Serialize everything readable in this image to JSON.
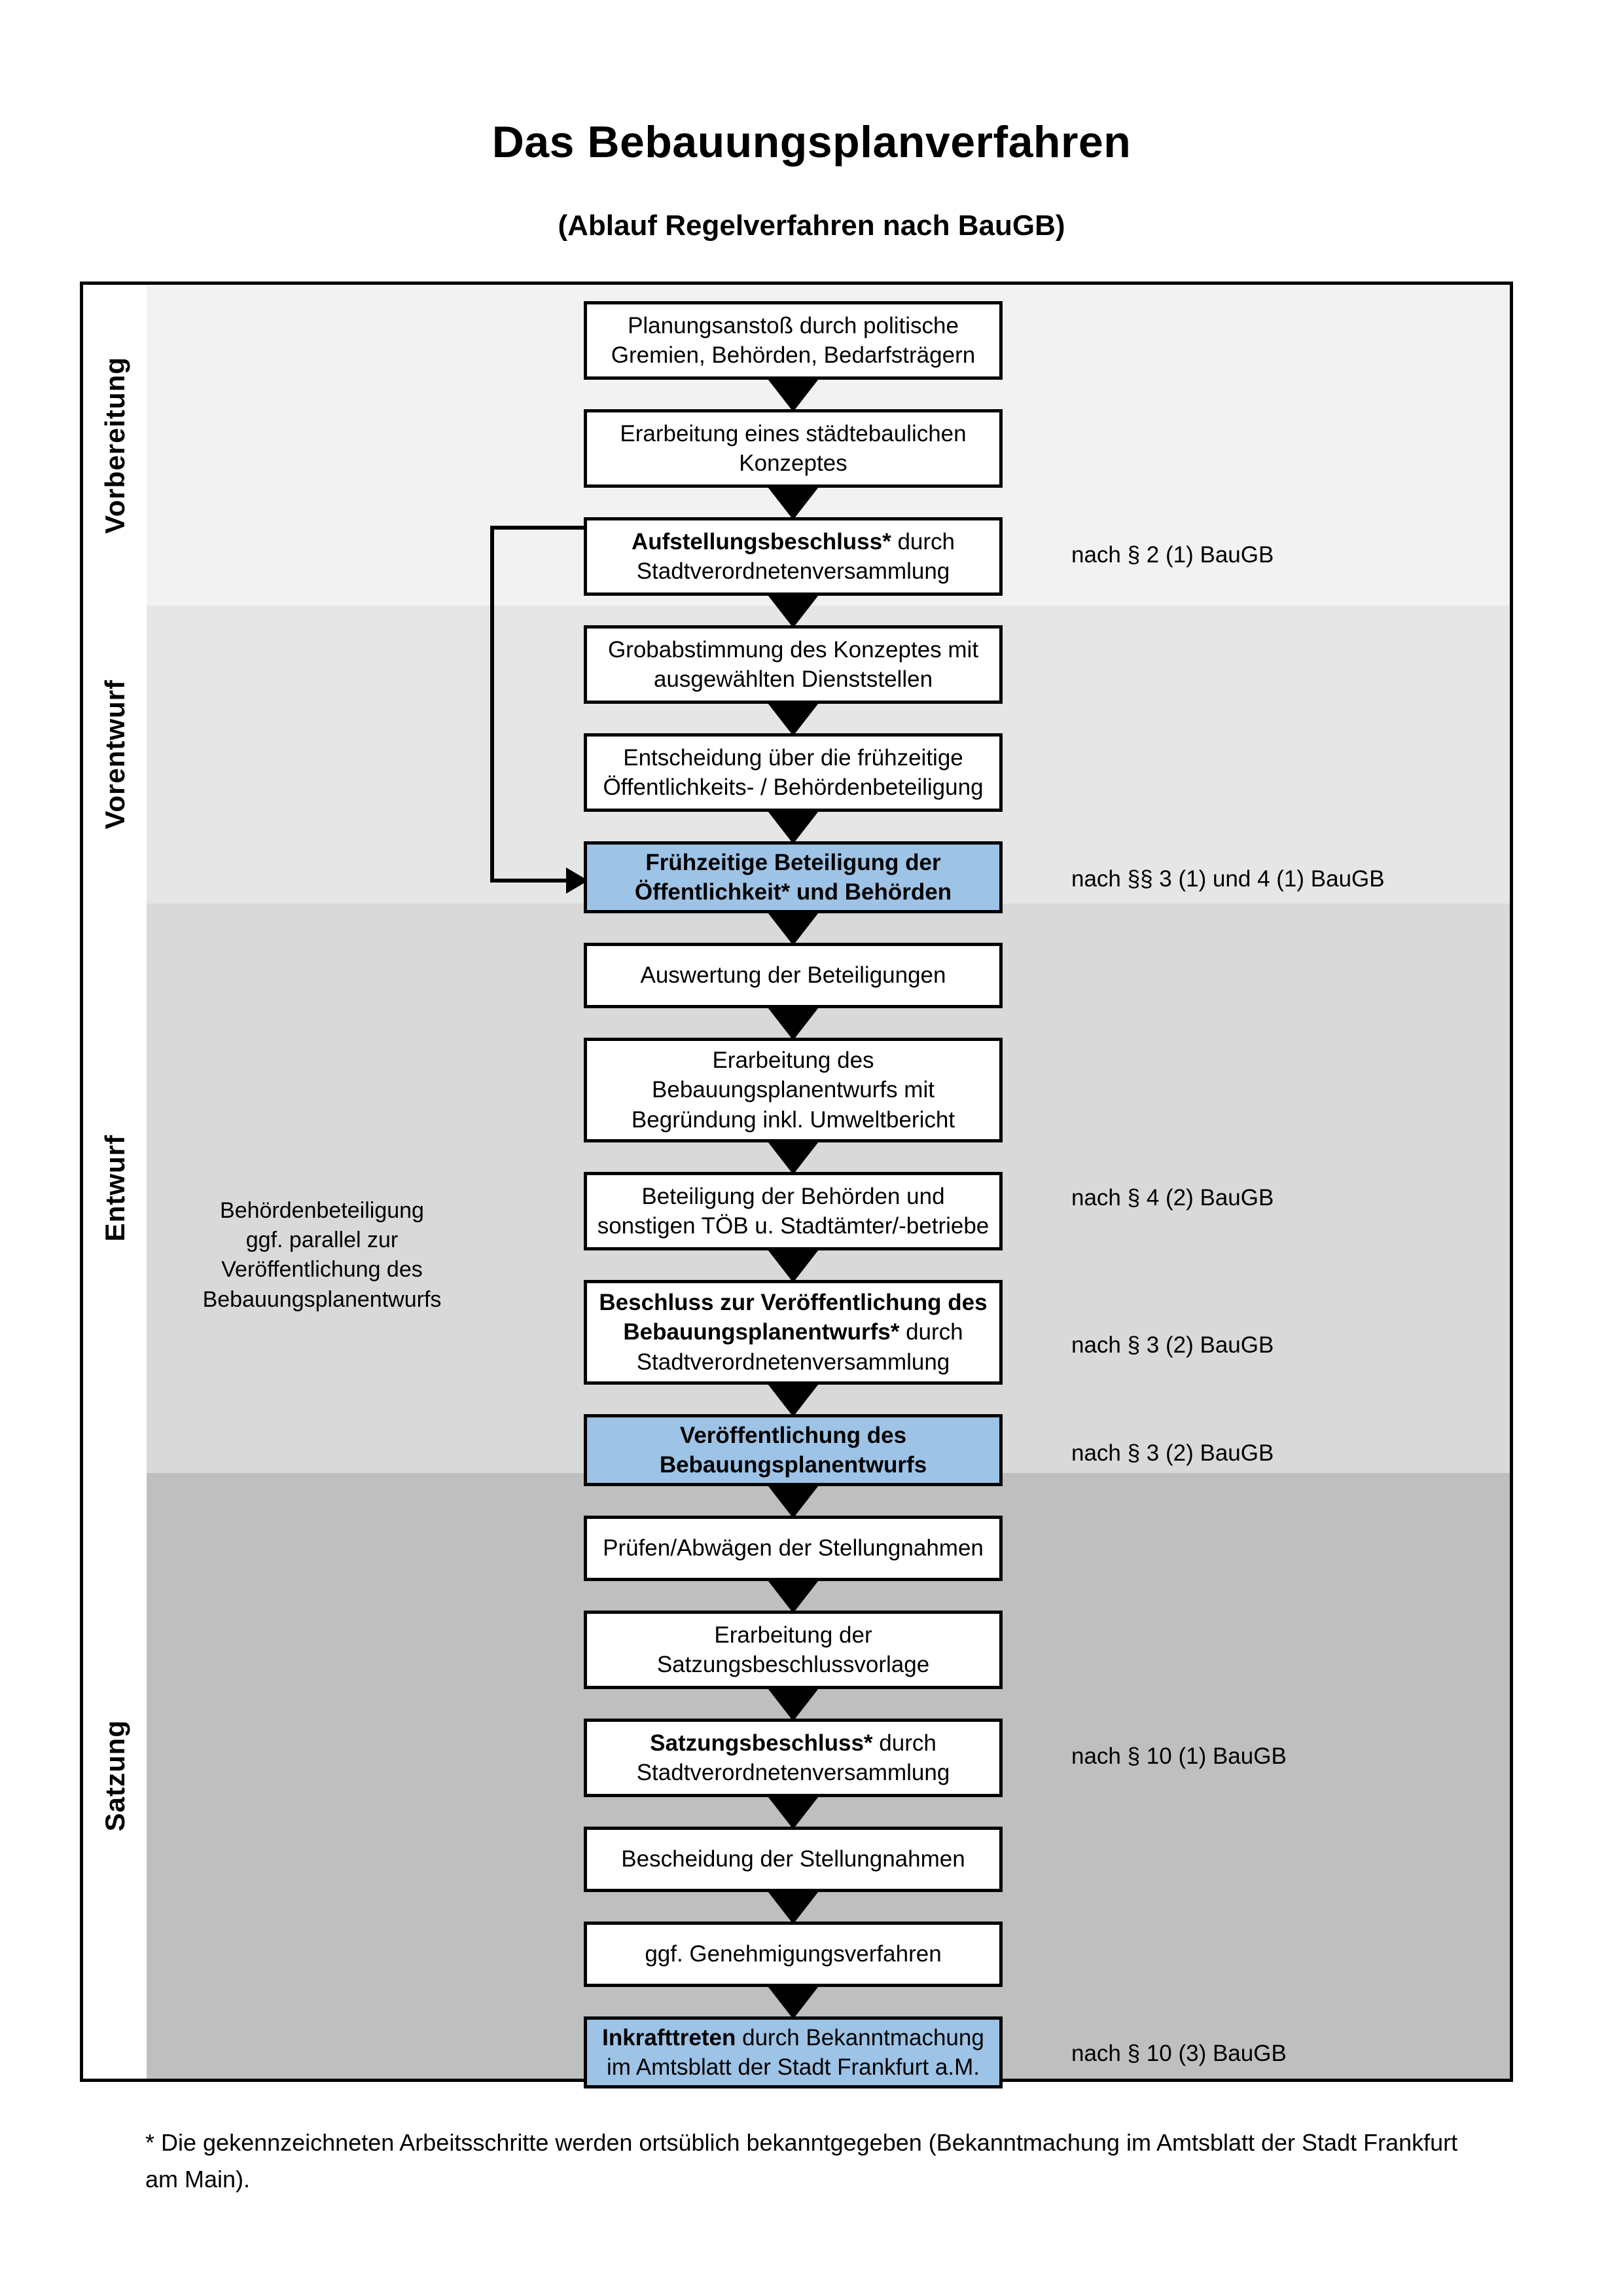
{
  "header": {
    "title": "Das Bebauungsplanverfahren",
    "subtitle": "(Ablauf Regelverfahren nach BauGB)"
  },
  "phases": [
    {
      "label": "Vorbereitung",
      "bg": "#f2f2f2"
    },
    {
      "label": "Vorentwurf",
      "bg": "#e6e6e6"
    },
    {
      "label": "Entwurf",
      "bg": "#d9d9d9"
    },
    {
      "label": "Satzung",
      "bg": "#bfbfbf"
    }
  ],
  "steps": [
    {
      "id": "planungsanstoss",
      "phase": "Vorbereitung",
      "bold_prefix": "",
      "line1": "Planungsanstoß durch politische",
      "line2": "Gremien, Behörden, Bedarfsträgern",
      "highlight": false
    },
    {
      "id": "staedtebauliches-konzept",
      "phase": "Vorbereitung",
      "bold_prefix": "",
      "line1": "Erarbeitung eines städtebaulichen",
      "line2": "Konzeptes",
      "highlight": false
    },
    {
      "id": "aufstellungsbeschluss",
      "phase": "Vorbereitung",
      "bold_prefix": "Aufstellungsbeschluss*",
      "line1": "Aufstellungsbeschluss* durch",
      "line2": "Stadtverordnetenversammlung",
      "highlight": false
    },
    {
      "id": "grobabstimmung",
      "phase": "Vorentwurf",
      "bold_prefix": "",
      "line1": "Grobabstimmung des Konzeptes mit",
      "line2": "ausgewählten Dienststellen",
      "highlight": false
    },
    {
      "id": "entscheidung-fruehzeitige-beteiligung",
      "phase": "Vorentwurf",
      "bold_prefix": "",
      "line1": "Entscheidung über die frühzeitige",
      "line2": "Öffentlichkeits- / Behördenbeteiligung",
      "highlight": false
    },
    {
      "id": "fruehzeitige-beteiligung",
      "phase": "Vorentwurf",
      "bold_prefix": "ALL",
      "line1": "Frühzeitige Beteiligung der",
      "line2": "Öffentlichkeit* und Behörden",
      "highlight": true
    },
    {
      "id": "auswertung-beteiligungen",
      "phase": "Entwurf",
      "bold_prefix": "",
      "line1": "Auswertung der Beteiligungen",
      "line2": "",
      "highlight": false
    },
    {
      "id": "erarbeitung-bebauungsplanentwurf",
      "phase": "Entwurf",
      "bold_prefix": "",
      "line1": "Erarbeitung des",
      "line2": "Bebauungsplanentwurfs mit",
      "line3": "Begründung inkl. Umweltbericht",
      "highlight": false
    },
    {
      "id": "beteiligung-behoerden-toeb",
      "phase": "Entwurf",
      "bold_prefix": "",
      "line1": "Beteiligung der Behörden und",
      "line2": "sonstigen TÖB u. Stadtämter/-betriebe",
      "highlight": false
    },
    {
      "id": "beschluss-veroeffentlichung",
      "phase": "Entwurf",
      "bold_prefix": "Beschluss zur Veröffentlichung des Bebauungsplanentwurfs*",
      "line1": "Beschluss zur Veröffentlichung des",
      "line2": "Bebauungsplanentwurfs* durch",
      "line3": "Stadtverordnetenversammlung",
      "highlight": false
    },
    {
      "id": "veroeffentlichung-entwurf",
      "phase": "Entwurf",
      "bold_prefix": "ALL",
      "line1": "Veröffentlichung des",
      "line2": "Bebauungsplanentwurfs",
      "highlight": true
    },
    {
      "id": "pruefen-abwaegen",
      "phase": "Satzung",
      "bold_prefix": "",
      "line1": "Prüfen/Abwägen der Stellungnahmen",
      "line2": "",
      "highlight": false
    },
    {
      "id": "erarbeitung-satzungsbeschlussvorlage",
      "phase": "Satzung",
      "bold_prefix": "",
      "line1": "Erarbeitung der",
      "line2": "Satzungsbeschlussvorlage",
      "highlight": false
    },
    {
      "id": "satzungsbeschluss",
      "phase": "Satzung",
      "bold_prefix": "Satzungsbeschluss*",
      "line1": "Satzungsbeschluss* durch",
      "line2": "Stadtverordnetenversammlung",
      "highlight": false
    },
    {
      "id": "bescheidung-stellungnahmen",
      "phase": "Satzung",
      "bold_prefix": "",
      "line1": "Bescheidung der Stellungnahmen",
      "line2": "",
      "highlight": false
    },
    {
      "id": "genehmigungsverfahren",
      "phase": "Satzung",
      "bold_prefix": "",
      "line1": "ggf. Genehmigungsverfahren",
      "line2": "",
      "highlight": false
    },
    {
      "id": "inkrafttreten",
      "phase": "Satzung",
      "bold_prefix": "Inkrafttreten",
      "line1": "Inkrafttreten durch Bekanntmachung",
      "line2": "im Amtsblatt der Stadt Frankfurt a.M.",
      "highlight": true
    }
  ],
  "legal_refs": [
    {
      "id": "ref-par2-1",
      "text": "nach § 2 (1) BauGB"
    },
    {
      "id": "ref-par3-4-1",
      "text": "nach §§ 3 (1) und 4 (1) BauGB"
    },
    {
      "id": "ref-par4-2",
      "text": "nach § 4 (2) BauGB"
    },
    {
      "id": "ref-par3-2a",
      "text": "nach § 3 (2) BauGB"
    },
    {
      "id": "ref-par3-2b",
      "text": "nach § 3 (2) BauGB"
    },
    {
      "id": "ref-par10-1",
      "text": "nach § 10 (1) BauGB"
    },
    {
      "id": "ref-par10-3",
      "text": "nach § 10 (3) BauGB"
    }
  ],
  "side_note": {
    "line1": "Behördenbeteiligung",
    "line2": "ggf. parallel zur",
    "line3": "Veröffentlichung des",
    "line4": "Bebauungsplanentwurfs"
  },
  "footnote": {
    "text": "* Die gekennzeichneten Arbeitsschritte werden ortsüblich bekanntgegeben (Bekanntmachung im Amtsblatt  der Stadt Frankfurt am Main)."
  },
  "colors": {
    "highlight_box": "#9DC3E6",
    "border": "#000000",
    "band_1": "#f2f2f2",
    "band_2": "#e6e6e6",
    "band_3": "#d9d9d9",
    "band_4": "#bfbfbf"
  }
}
